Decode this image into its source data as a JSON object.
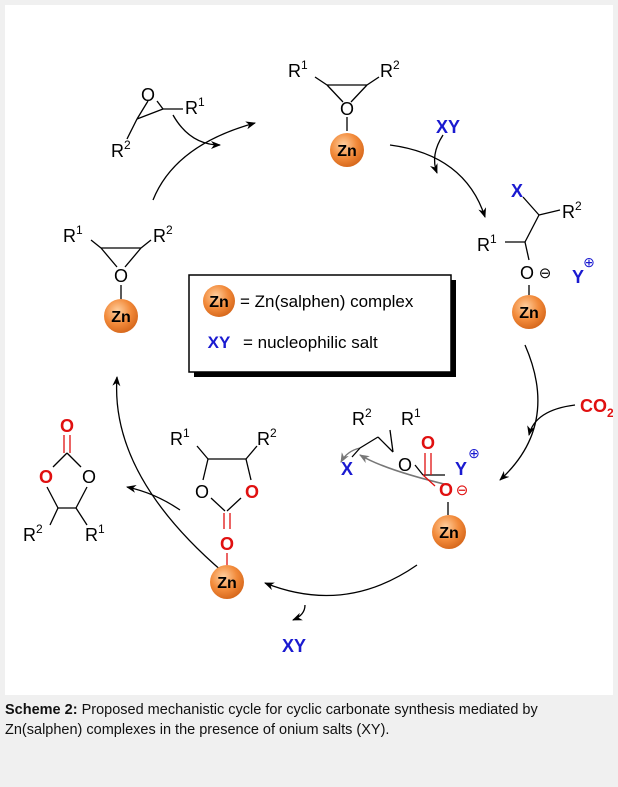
{
  "legend": {
    "zn_symbol": "Zn",
    "zn_text": "= Zn(salphen) complex",
    "xy_symbol": "XY",
    "xy_text": "= nucleophilic salt"
  },
  "labels": {
    "zn": "Zn",
    "xy": "XY",
    "co2": "CO",
    "co2_sub": "2",
    "o": "O",
    "x": "X",
    "y": "Y",
    "r": "R",
    "sup1": "1",
    "sup2": "2",
    "minus": "⊖",
    "plus": "⊕"
  },
  "caption": {
    "bold": "Scheme 2:",
    "text": " Proposed mechanistic cycle for cyclic carbonate synthesis mediated by Zn(salphen) complexes in the presence of onium salts (XY)."
  },
  "colors": {
    "zinc_orange": "#f28a3a",
    "nucleophile_blue": "#1a1ad0",
    "carbonate_red": "#e01010",
    "arrow_gray": "#777777",
    "panel": "#ffffff",
    "background": "#f0f0f0"
  }
}
